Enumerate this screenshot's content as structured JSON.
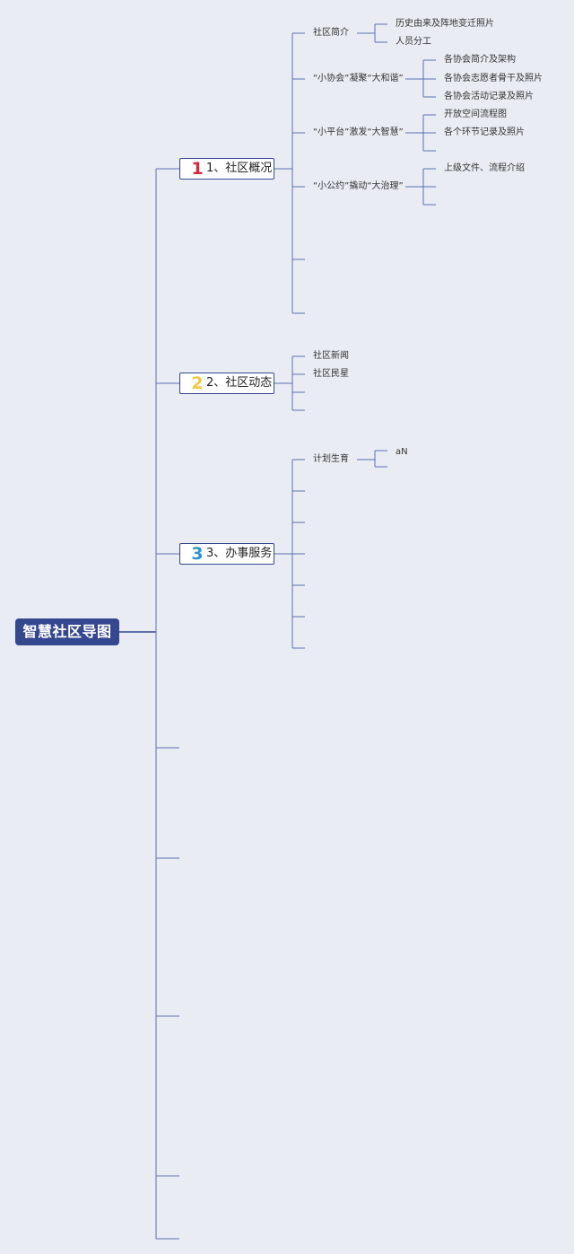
{
  "root": {
    "label": "智慧社区导图"
  },
  "branches": [
    {
      "marker": "1",
      "marker_color": "#d8283a",
      "label": "1、社区概况",
      "children": [
        {
          "label": "社区简介",
          "children": [
            "历史由来及阵地变迁照片",
            "人员分工"
          ]
        },
        {
          "label": "“小协会”凝聚“大和谐”",
          "children": [
            "各协会简介及架构",
            "各协会志愿者骨干及照片",
            "各协会活动记录及照片"
          ]
        },
        {
          "label": "“小平台”激发“大智慧”",
          "children": [
            "开放空间流程图",
            "各个环节记录及照片"
          ]
        },
        {
          "label": "“小公约”撬动“大治理”",
          "children": [
            "上级文件、流程介绍"
          ]
        }
      ]
    },
    {
      "marker": "2",
      "marker_color": "#f2c83c",
      "label": "2、社区动态",
      "children": [
        {
          "label": "社区新闻"
        },
        {
          "label": "社区民星"
        }
      ]
    },
    {
      "marker": "3",
      "marker_color": "#2a96cf",
      "label": "3、办事服务",
      "children": [
        {
          "label": "计划生育",
          "children": [
            "aN"
          ]
        }
      ]
    }
  ],
  "colors": {
    "line": "#34478f",
    "line_light": "#6f86c4",
    "background": "#e9edf3"
  }
}
